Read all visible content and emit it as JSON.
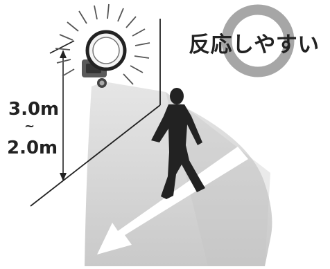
{
  "headline": "反応しやすい",
  "mounting_height": {
    "max": "3.0m",
    "separator": "~",
    "min": "2.0m"
  },
  "colors": {
    "accent_ring": "#a6a6a6",
    "detection_zone": "#c9c9c9",
    "arrow": "#ffffff",
    "ink": "#222222"
  },
  "icons": [
    "sensor-light-icon",
    "walking-person-icon",
    "direction-arrow-icon"
  ]
}
